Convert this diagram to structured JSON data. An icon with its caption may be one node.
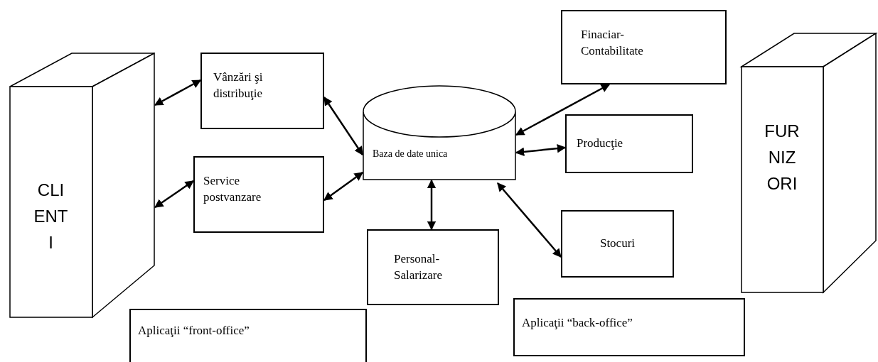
{
  "diagram": {
    "nodes": [
      {
        "text": [
          "CLI ENT I"
        ]
      },
      {
        "text": [
          "Vânzări şi distribuţie"
        ]
      },
      {
        "text": [
          "Service postvanzare"
        ]
      },
      {
        "text": [
          "Baza de date unica"
        ]
      },
      {
        "text": [
          "Personal- Salarizare"
        ]
      },
      {
        "text": [
          "Finaciar- Contabilitate"
        ]
      },
      {
        "text": [
          "Producţie"
        ]
      },
      {
        "text": [
          "Stocuri"
        ]
      },
      {
        "text": [
          "FUR NIZ ORI"
        ]
      },
      {
        "text": [
          "Aplicaţii “front-office”"
        ]
      },
      {
        "text": [
          "Aplicaţii “back-office”"
        ]
      }
    ],
    "edges": [
      {
        "from": 0,
        "to": 1,
        "arrow": "both"
      },
      {
        "from": 1,
        "to": 3,
        "arrow": "both"
      },
      {
        "from": 0,
        "to": 2,
        "arrow": "both"
      },
      {
        "from": 2,
        "to": 3,
        "arrow": "both"
      },
      {
        "from": 3,
        "to": 4,
        "arrow": "both"
      },
      {
        "from": 3,
        "to": 5,
        "arrow": "both"
      },
      {
        "from": 3,
        "to": 6,
        "arrow": "both"
      },
      {
        "from": 3,
        "to": 7,
        "arrow": "both"
      }
    ]
  }
}
